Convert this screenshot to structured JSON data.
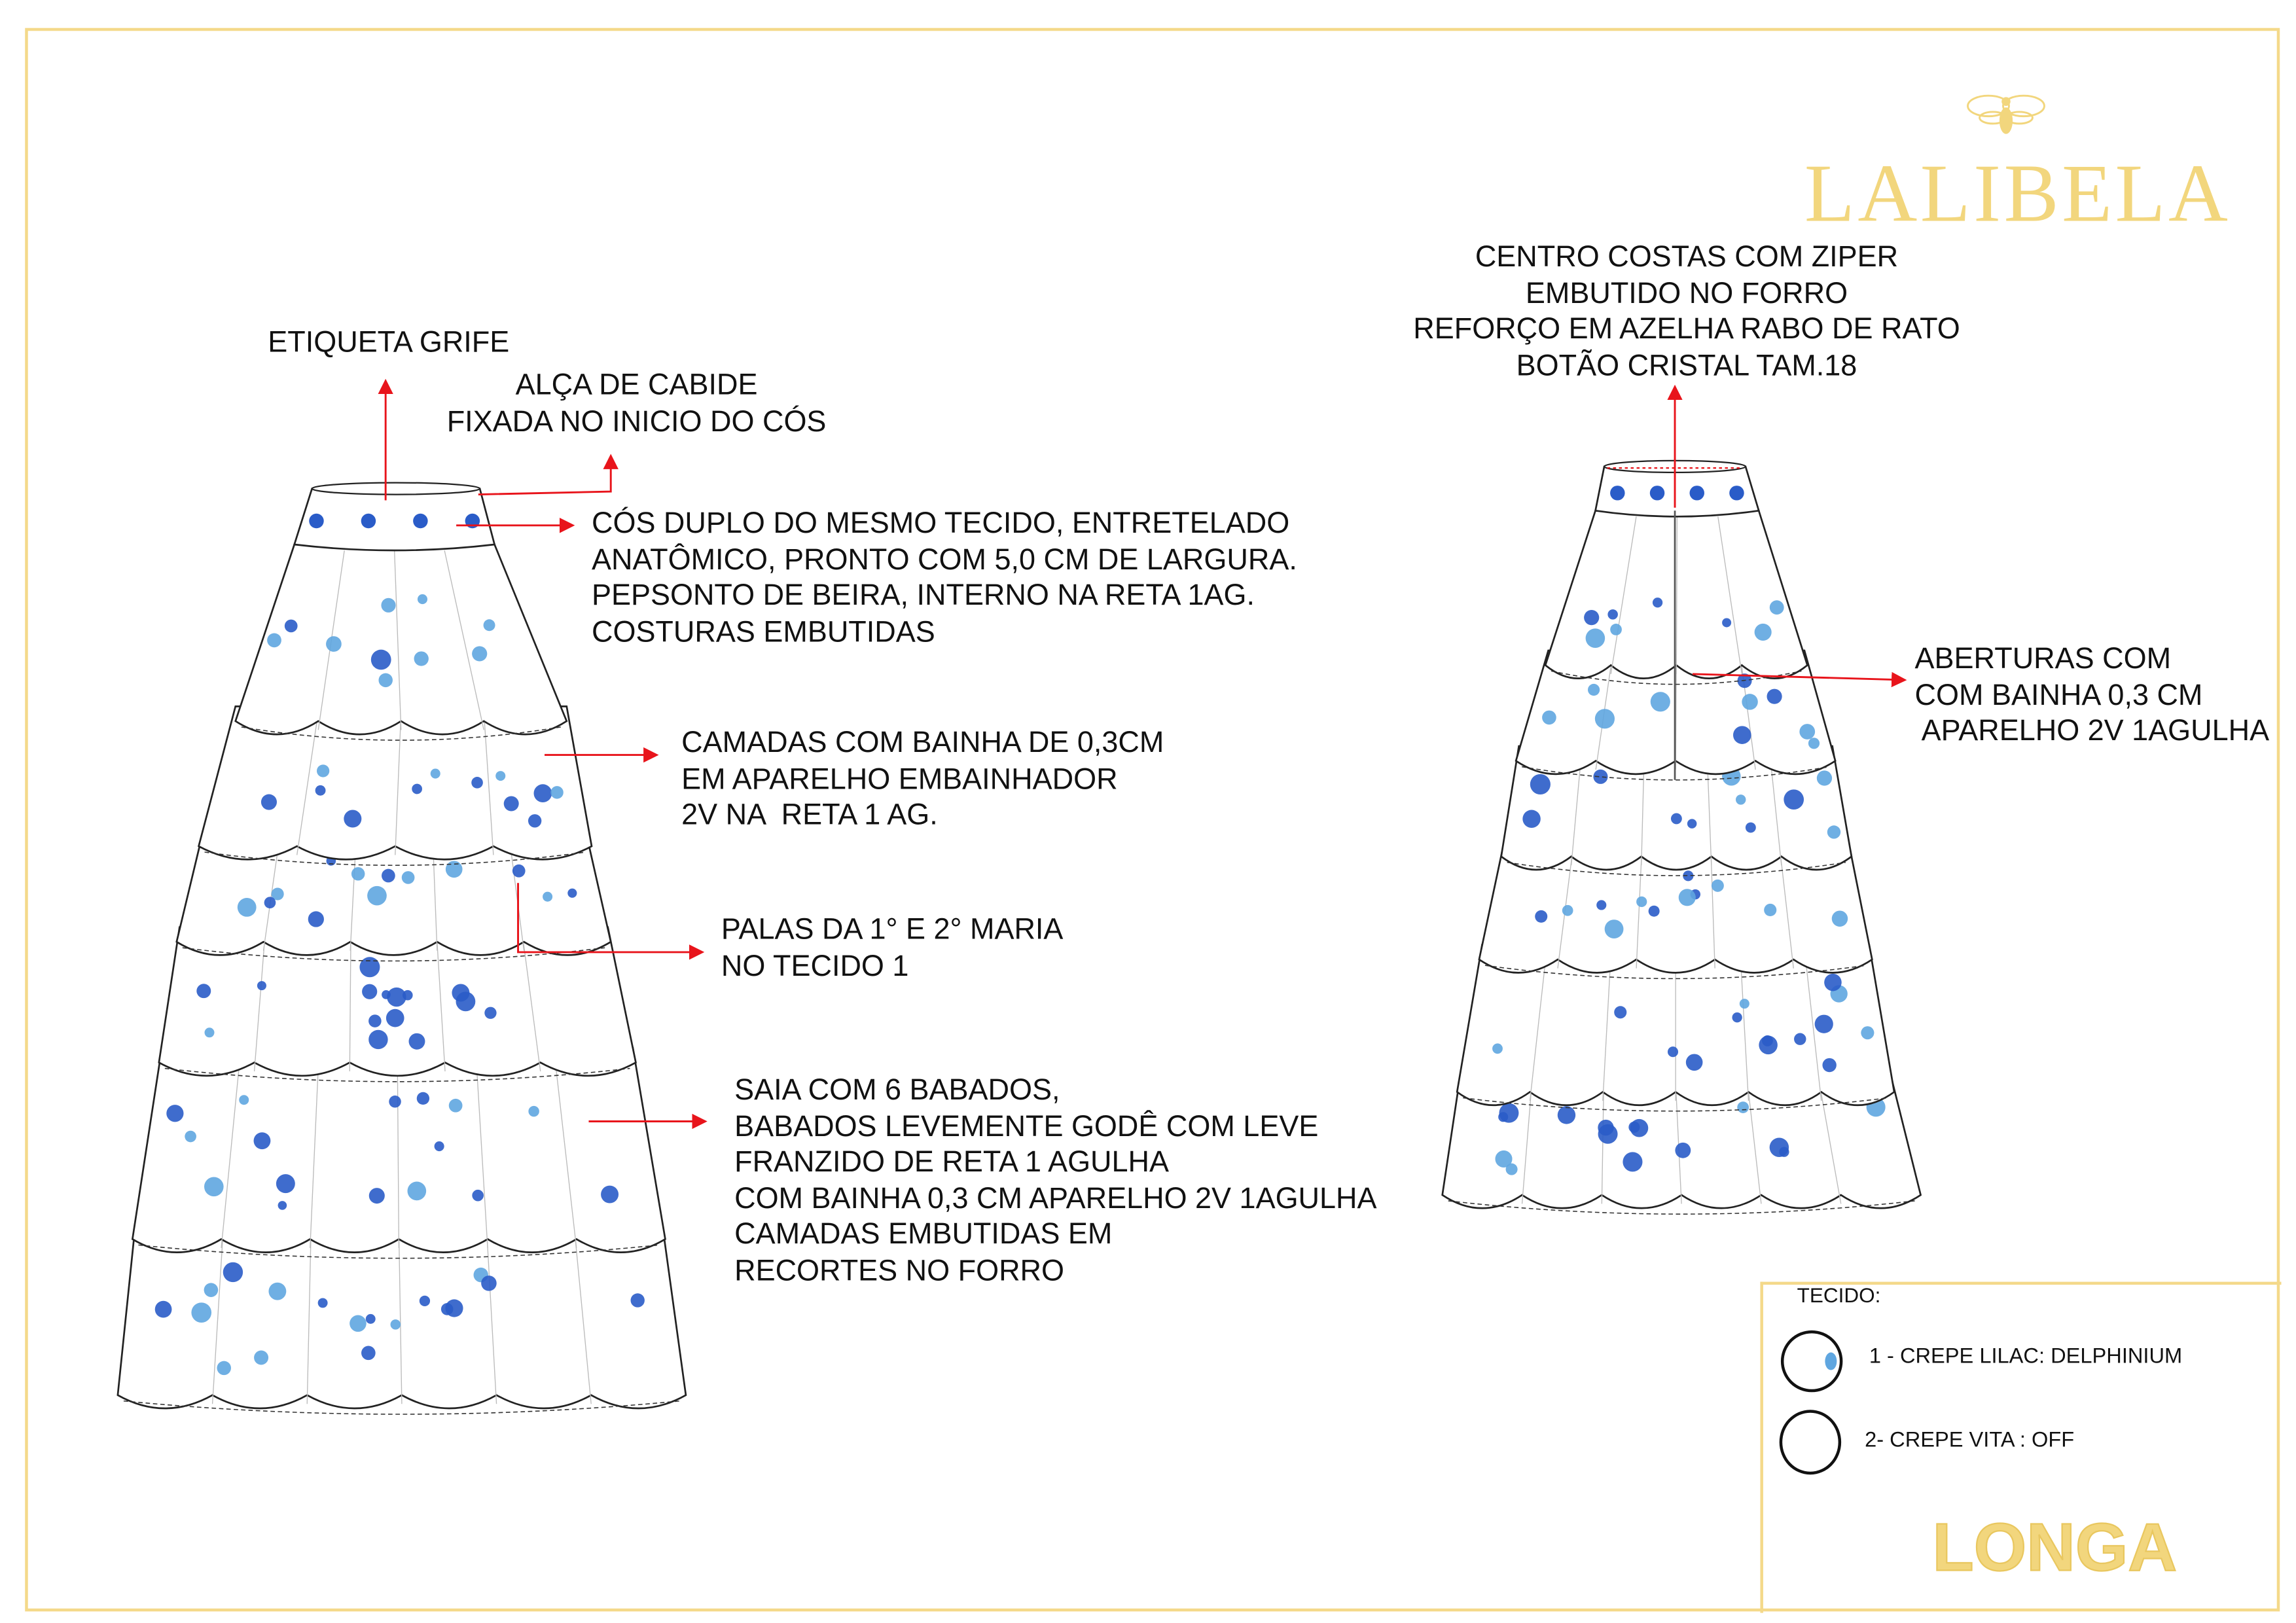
{
  "brand": {
    "name": "LALIBELA",
    "logo_icon": "bee-icon",
    "color": "#f2d67d"
  },
  "style_name": "LONGA",
  "front_notes": {
    "label": "ETIQUETA GRIFE",
    "hanger": [
      "ALÇA DE CABIDE",
      "FIXADA NO INICIO DO CÓS"
    ],
    "waistband": [
      "CÓS DUPLO DO MESMO TECIDO, ENTRETELADO",
      "ANATÔMICO, PRONTO COM 5,0 CM DE LARGURA.",
      "PEPSONTO DE BEIRA, INTERNO NA RETA 1AG.",
      "COSTURAS EMBUTIDAS"
    ],
    "layers": [
      "CAMADAS COM BAINHA DE 0,3CM",
      "EM APARELHO EMBAINHADOR",
      "2V NA  RETA 1 AG."
    ],
    "yokes": [
      "PALAS DA 1° E 2° MARIA",
      "NO TECIDO 1"
    ],
    "skirt": [
      "SAIA COM 6 BABADOS,",
      "BABADOS LEVEMENTE GODÊ COM LEVE",
      "FRANZIDO DE RETA 1 AGULHA",
      "COM BAINHA 0,3 CM APARELHO 2V 1AGULHA",
      "CAMADAS EMBUTIDAS EM",
      "RECORTES NO FORRO"
    ]
  },
  "back_notes": {
    "center_back": [
      "CENTRO COSTAS COM ZIPER",
      "EMBUTIDO NO FORRO",
      "REFORÇO EM AZELHA RABO DE RATO",
      "BOTÃO CRISTAL TAM.18"
    ],
    "openings": [
      "ABERTURAS COM",
      "COM BAINHA 0,3 CM",
      " APARELHO 2V 1AGULHA"
    ]
  },
  "fabric_legend": {
    "title": "TECIDO:",
    "items": [
      {
        "label": "1 - CREPE LILAC: DELPHINIUM",
        "swatch": "floral-blue"
      },
      {
        "label": "2- CREPE VITA : OFF",
        "swatch": "off-white"
      }
    ]
  },
  "colors": {
    "frame": "#f4d98a",
    "arrow": "#e8141b",
    "flower": "#2a5cc8",
    "flower_light": "#5fa6e0"
  }
}
